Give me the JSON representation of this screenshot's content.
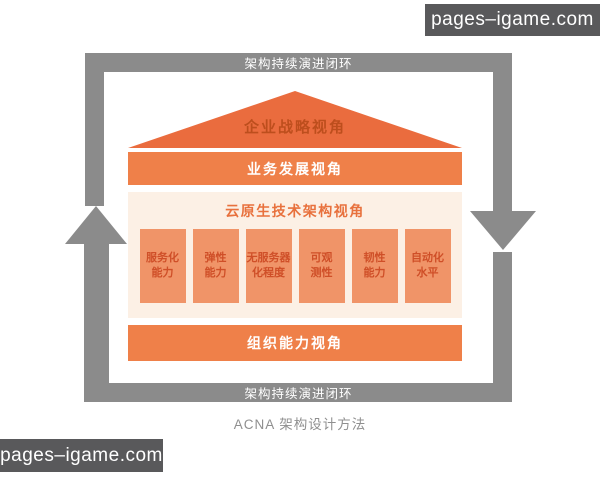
{
  "watermark": {
    "text": "pages–igame.com",
    "bg_color": "#59595b"
  },
  "loop": {
    "top_label": "架构持续演进闭环",
    "bottom_label": "架构持续演进闭环",
    "frame_color": "#8b8b8b"
  },
  "diagram": {
    "roof": {
      "label": "企业战略视角",
      "fill": "#ea6c3e",
      "text_color": "#bd4e1d"
    },
    "business_bar": {
      "label": "业务发展视角",
      "fill": "#ef8049"
    },
    "tech_panel": {
      "title": "云原生技术架构视角",
      "fill": "#fcf0e5",
      "title_color": "#e8713d",
      "box_fill": "#f09468",
      "box_text_color": "#cf4f28",
      "boxes": [
        {
          "label": "服务化\n能力"
        },
        {
          "label": "弹性\n能力"
        },
        {
          "label": "无服务器\n化程度"
        },
        {
          "label": "可观\n测性"
        },
        {
          "label": "韧性\n能力"
        },
        {
          "label": "自动化\n水平"
        }
      ]
    },
    "org_bar": {
      "label": "组织能力视角",
      "fill": "#ef8049"
    },
    "caption": "ACNA 架构设计方法"
  }
}
